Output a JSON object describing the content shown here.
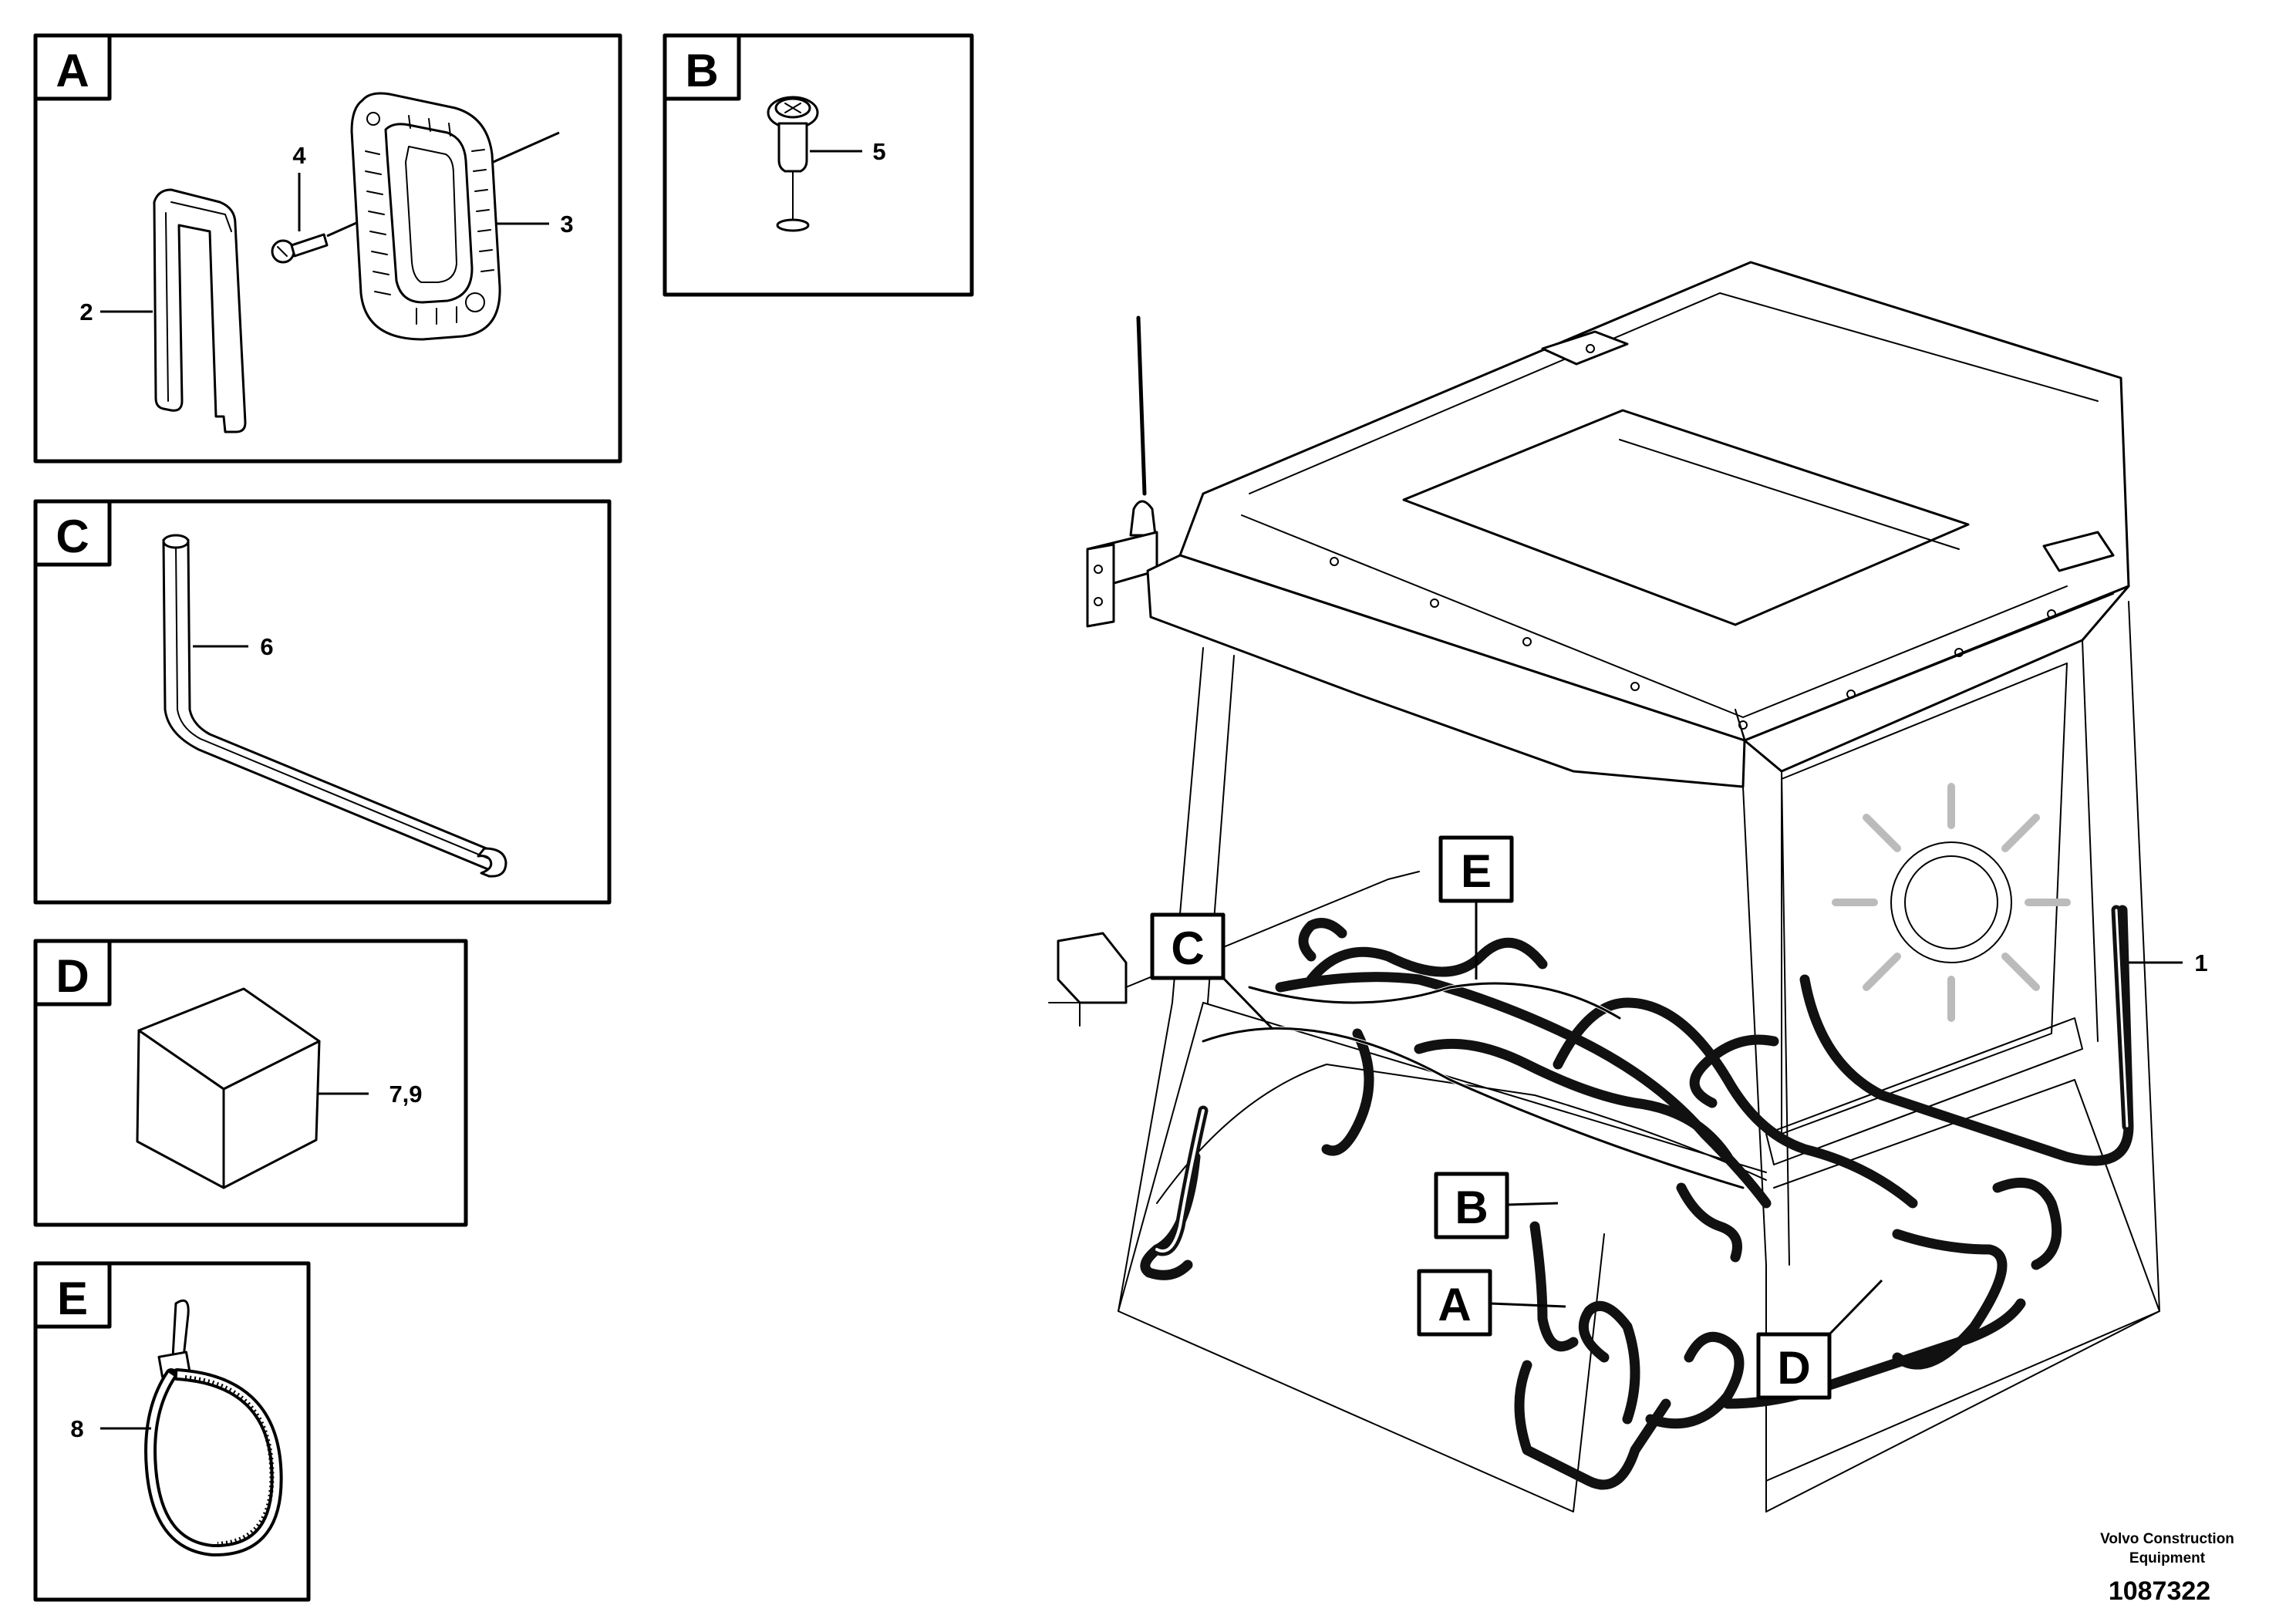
{
  "detail_panels": [
    {
      "letter": "A",
      "parts": [
        "2",
        "3",
        "4"
      ]
    },
    {
      "letter": "B",
      "parts": [
        "5"
      ]
    },
    {
      "letter": "C",
      "parts": [
        "6"
      ]
    },
    {
      "letter": "D",
      "parts": [
        "7,9"
      ]
    },
    {
      "letter": "E",
      "parts": [
        "8"
      ]
    }
  ],
  "main_view": {
    "part_label": "1",
    "callouts": [
      "A",
      "B",
      "C",
      "D",
      "E"
    ]
  },
  "footer": {
    "company_line1": "Volvo Construction",
    "company_line2": "Equipment",
    "drawing_number": "1087322"
  }
}
